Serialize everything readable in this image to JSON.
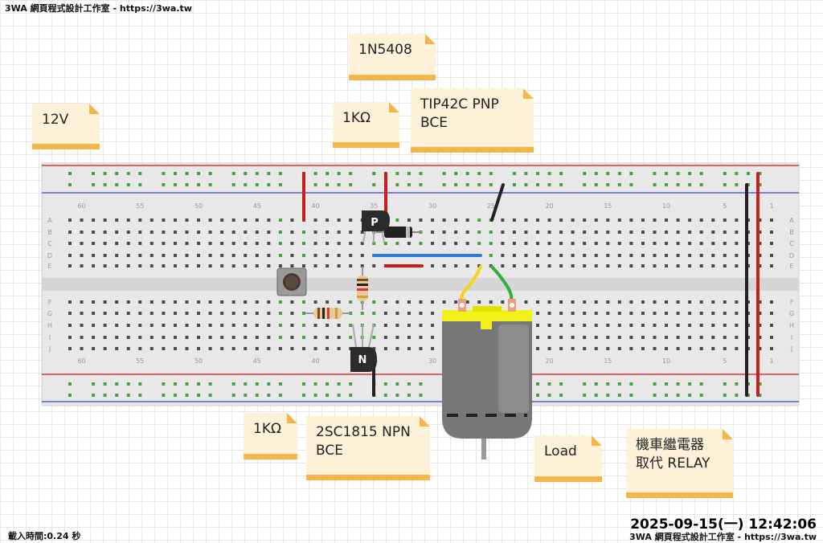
{
  "header": {
    "text": "3WA 網頁程式設計工作室 - https://3wa.tw"
  },
  "footer": {
    "load_time": "載入時間:0.24 秒",
    "timestamp": "2025-09-15(一) 12:42:06",
    "site": "3WA 網頁程式設計工作室 - https://3wa.tw"
  },
  "notes": {
    "diode": "1N5408",
    "voltage": "12V",
    "resistor_top": "1KΩ",
    "pnp_line1": "TIP42C PNP",
    "pnp_line2": "BCE",
    "resistor_bottom": "1KΩ",
    "npn_line1": "2SC1815 NPN",
    "npn_line2": "BCE",
    "load": "Load",
    "relay_line1": "機車繼電器",
    "relay_line2": "取代 RELAY"
  },
  "components": {
    "pnp_marker": "P",
    "npn_marker": "N"
  },
  "breadboard": {
    "row_letters_top": [
      "A",
      "B",
      "C",
      "D",
      "E"
    ],
    "row_letters_bottom": [
      "F",
      "G",
      "H",
      "I",
      "J"
    ],
    "column_numbers": [
      "60",
      "55",
      "50",
      "45",
      "40",
      "35",
      "30",
      "25",
      "20",
      "15",
      "10",
      "5",
      "1"
    ]
  },
  "colors": {
    "board": "#e8e8e8",
    "rail_red": "#d23b3b",
    "rail_blue": "#4a5fd6",
    "note_bg": "#fdf1d8",
    "note_fold": "#f4b54a",
    "wire_red": "#c81e1e",
    "wire_blue": "#2e7bd6",
    "wire_black": "#222222",
    "wire_yellow": "#f5d41a",
    "wire_green": "#2fb040",
    "active_hole": "#3fa63f",
    "motor_body": "#777777",
    "motor_cap": "#f2f21a"
  }
}
